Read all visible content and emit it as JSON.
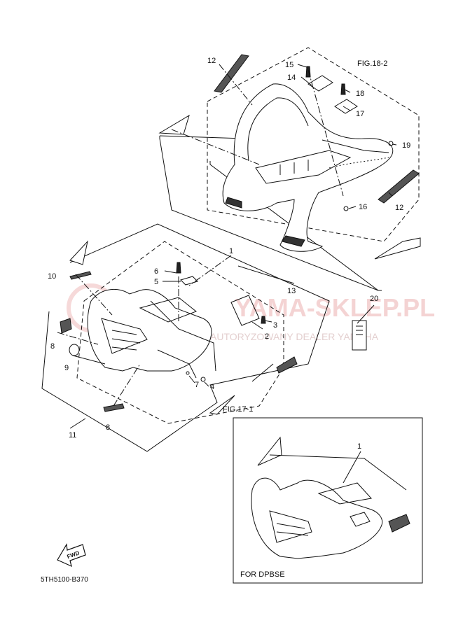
{
  "figure": {
    "code": "5TH5100-B370",
    "fig_refs": [
      "FIG.18-2",
      "FIG.17-1"
    ],
    "inset_caption": "FOR  DPBSE",
    "fwd_label": "FWD"
  },
  "callouts": [
    "1",
    "2",
    "3",
    "4",
    "5",
    "6",
    "7",
    "8",
    "8",
    "9",
    "10",
    "11",
    "12",
    "12",
    "13",
    "14",
    "15",
    "16",
    "17",
    "18",
    "19",
    "20"
  ],
  "inset_callouts": [
    "1"
  ],
  "watermark": {
    "main": "YAMA-SKLEP.PL",
    "sub": "AUTORYZOWANY DEALER YAMAHA"
  },
  "colors": {
    "line": "#111111",
    "watermark": "#e8a0a0"
  }
}
